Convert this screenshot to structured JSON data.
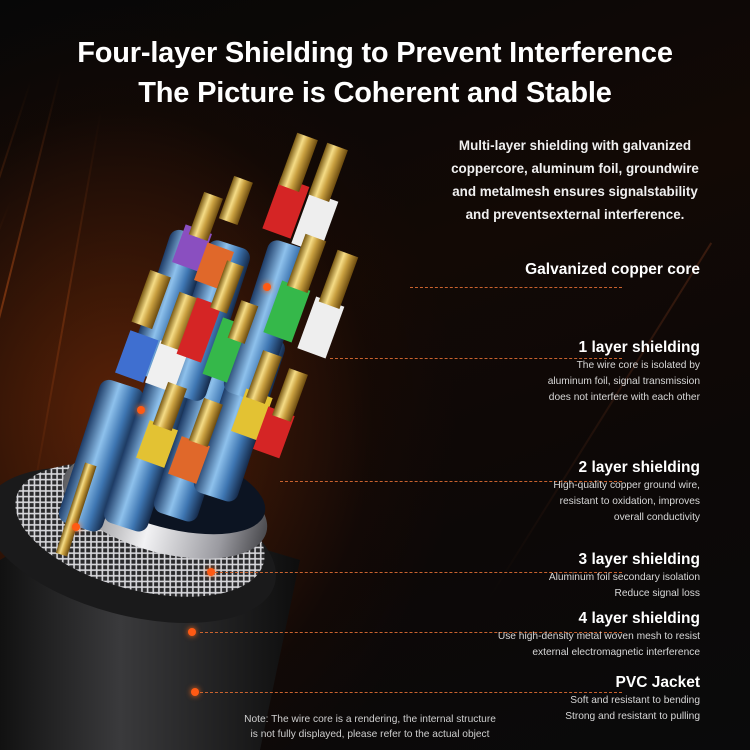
{
  "title": {
    "line1": "Four-layer Shielding to Prevent Interference",
    "line2": "The Picture is Coherent and Stable"
  },
  "intro": {
    "lines": [
      "Multi-layer shielding with galvanized",
      "coppercore, aluminum foil, groundwire",
      "and metalmesh ensures signalstability",
      "and preventsexternal interference."
    ]
  },
  "layers": [
    {
      "heading": "Galvanized copper core",
      "description": []
    },
    {
      "heading": "1 layer shielding",
      "description": [
        "The wire core is isolated by",
        "aluminum foil, signal transmission",
        "does not interfere with each other"
      ]
    },
    {
      "heading": "2 layer shielding",
      "description": [
        "High-quality copper ground wire,",
        "resistant to oxidation, improves",
        "overall conductivity"
      ]
    },
    {
      "heading": "3 layer shielding",
      "description": [
        "Aluminum foil secondary isolation",
        "Reduce signal loss"
      ]
    },
    {
      "heading": "4 layer shielding",
      "description": [
        "Use high-density metal woven mesh to resist",
        "external electromagnetic interference"
      ]
    },
    {
      "heading": "PVC Jacket",
      "description": [
        "Soft and resistant to bending",
        "Strong and resistant to pulling"
      ]
    }
  ],
  "note": {
    "line1": "Note: The wire core is a rendering, the internal structure",
    "line2": "is not fully displayed, please refer to the actual object"
  },
  "colors": {
    "background": "#0b0b0c",
    "accent_orange": "#ff5a14",
    "leader_line": "#c9622e",
    "gold_conductor": "#d9b64a",
    "wire_insulation": [
      "#e02b2b",
      "#f2f2f2",
      "#8a4fc0",
      "#e0682a",
      "#35b84a",
      "#3f6fd0",
      "#e3c233",
      "#6fa6d6"
    ]
  }
}
